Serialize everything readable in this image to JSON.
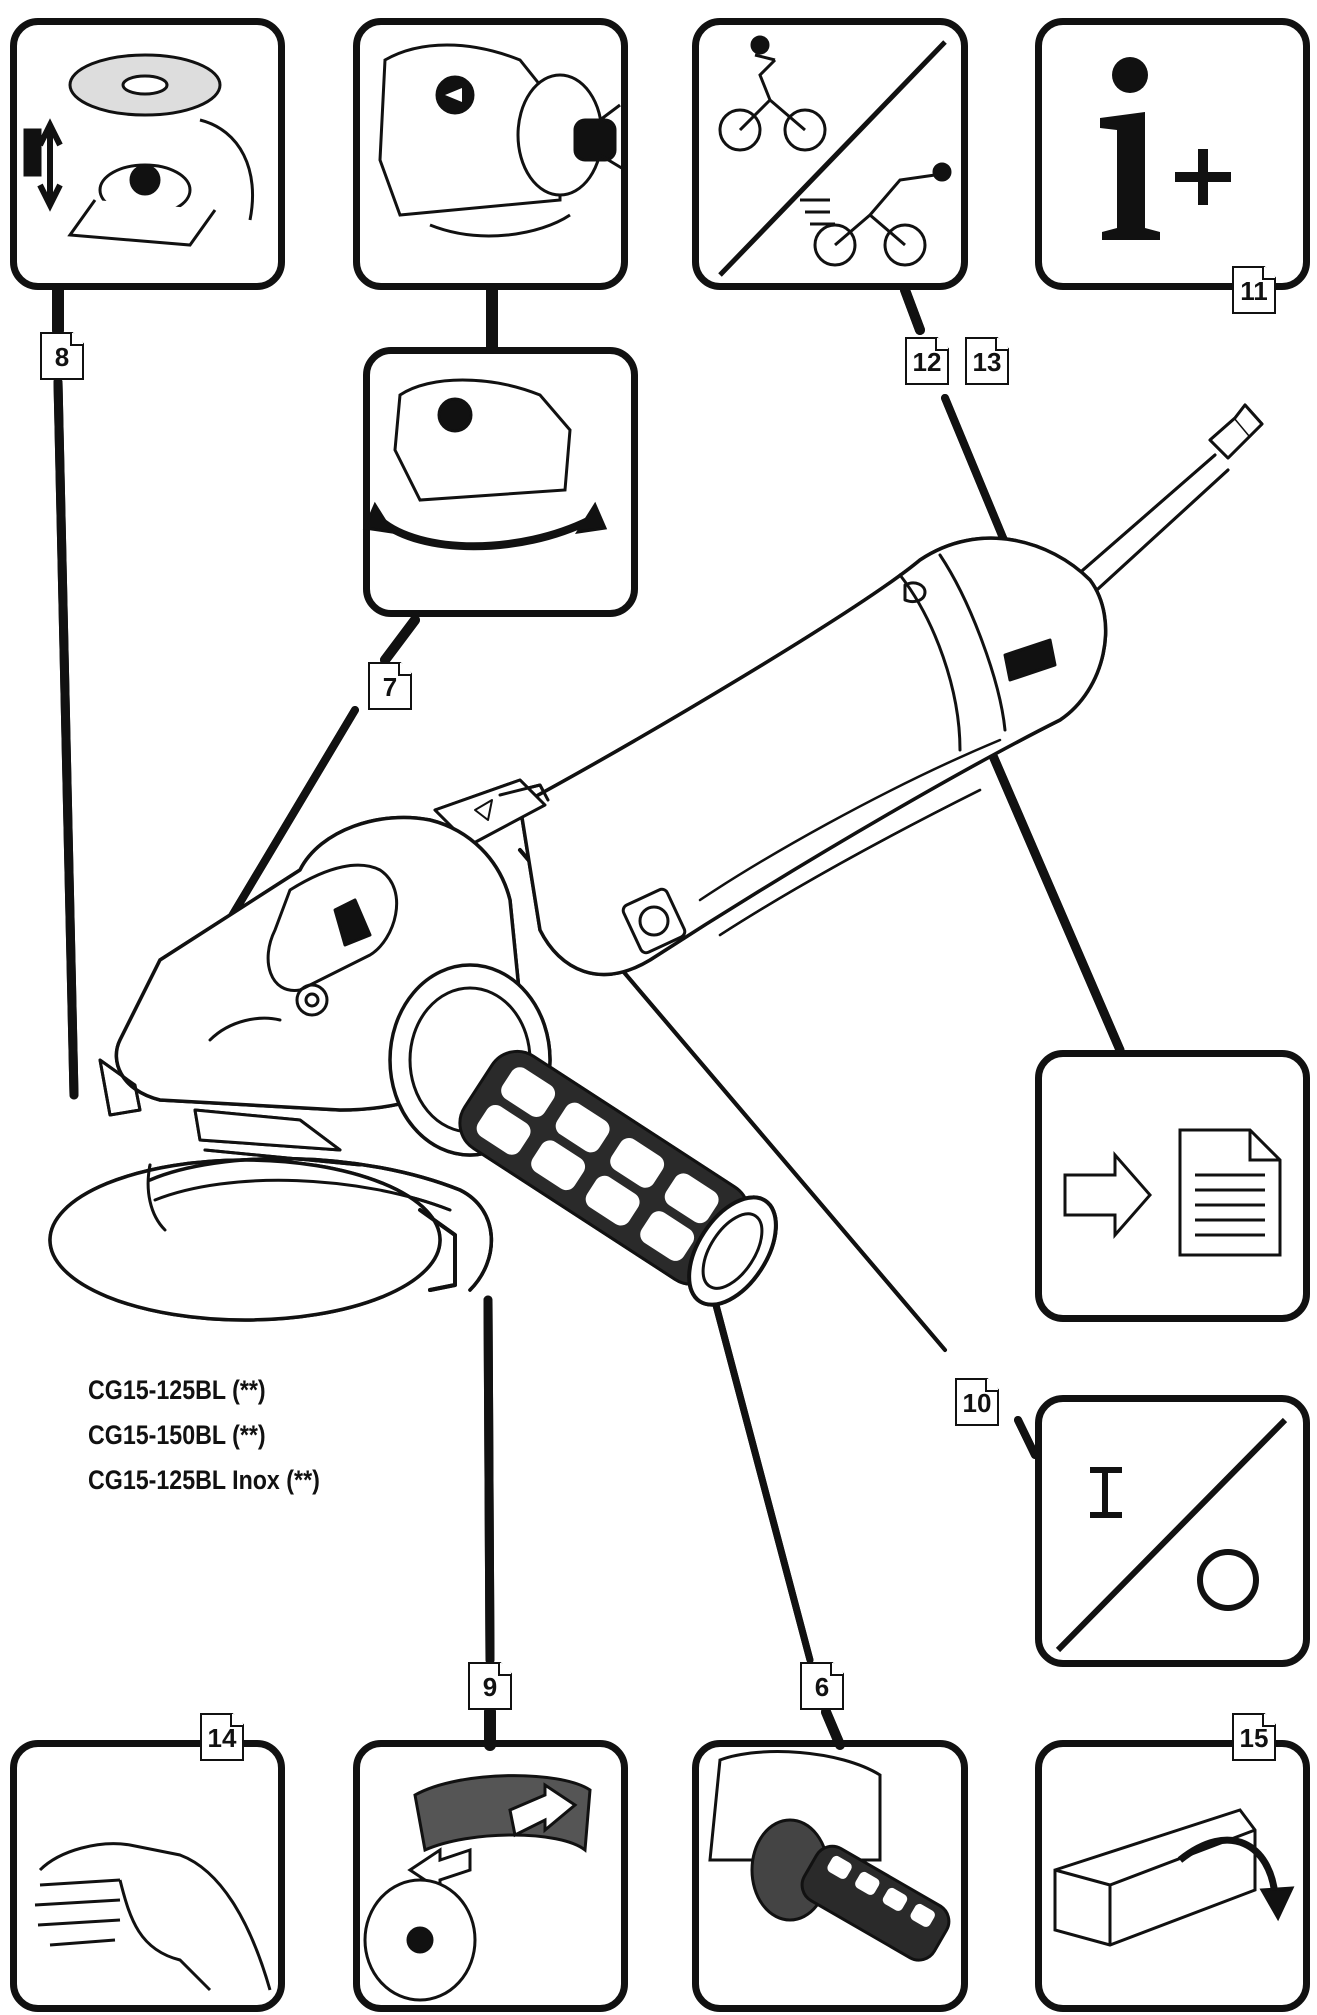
{
  "callouts": {
    "c6": "6",
    "c7": "7",
    "c8": "8",
    "c9": "9",
    "c10": "10",
    "c11": "11",
    "c12": "12",
    "c13": "13",
    "c14": "14",
    "c15": "15"
  },
  "models": [
    "CG15-125BL (**)",
    "CG15-150BL (**)",
    "CG15-125BL Inox (**)"
  ],
  "colors": {
    "line": "#111111",
    "background": "#ffffff",
    "grip": "#2a2a2a"
  },
  "icons": {
    "info_panel": "info-plus-icon",
    "bike_panel": "cyclist-speed-icon",
    "document_panel": "arrow-document-icon",
    "switch_panel": "on-off-icon"
  }
}
